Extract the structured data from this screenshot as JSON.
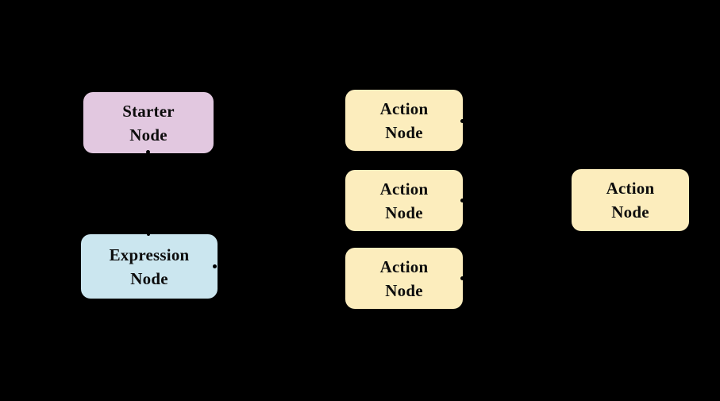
{
  "diagram": {
    "background": "#000000",
    "text_color": "#0d0d0d",
    "node_colors": {
      "starter": "#e2c8e0",
      "expression": "#cbe6ef",
      "action": "#fcedbd"
    },
    "nodes": [
      {
        "id": "starter",
        "type": "starter",
        "label": "Starter\nNode",
        "fill": "#e2c8e0"
      },
      {
        "id": "expression",
        "type": "expression",
        "label": "Expression\nNode",
        "fill": "#cbe6ef"
      },
      {
        "id": "action-1",
        "type": "action",
        "label": "Action\nNode",
        "fill": "#fcedbd"
      },
      {
        "id": "action-2",
        "type": "action",
        "label": "Action\nNode",
        "fill": "#fcedbd"
      },
      {
        "id": "action-3",
        "type": "action",
        "label": "Action\nNode",
        "fill": "#fcedbd"
      },
      {
        "id": "action-right",
        "type": "action",
        "label": "Action\nNode",
        "fill": "#fcedbd"
      }
    ]
  }
}
